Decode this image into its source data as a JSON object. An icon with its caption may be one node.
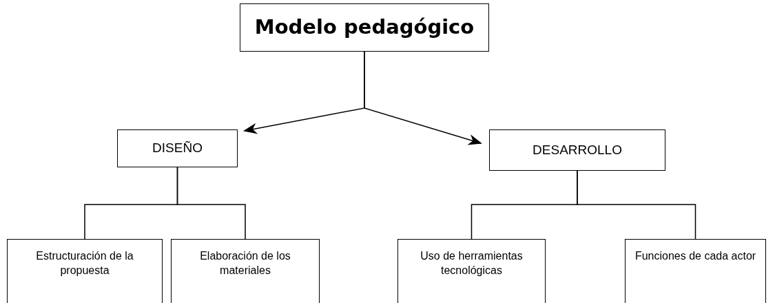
{
  "diagram": {
    "nodes": [
      {
        "text": [
          "Modelo pedagógico"
        ]
      },
      {
        "text": [
          "DISEÑO"
        ]
      },
      {
        "text": [
          "DESARROLLO"
        ]
      },
      {
        "text": [
          "Estructuración de la propuesta"
        ]
      },
      {
        "text": [
          "Elaboración de los materiales"
        ]
      },
      {
        "text": [
          "Uso de herramientas tecnológicas"
        ]
      },
      {
        "text": [
          "Funciones de cada actor"
        ]
      }
    ],
    "edges": [
      {
        "from": 0,
        "to": 1,
        "arrow": "to"
      },
      {
        "from": 0,
        "to": 2,
        "arrow": "to"
      },
      {
        "from": 1,
        "to": 3,
        "arrow": "none"
      },
      {
        "from": 1,
        "to": 4,
        "arrow": "none"
      },
      {
        "from": 2,
        "to": 5,
        "arrow": "none"
      },
      {
        "from": 2,
        "to": 6,
        "arrow": "none"
      }
    ]
  }
}
